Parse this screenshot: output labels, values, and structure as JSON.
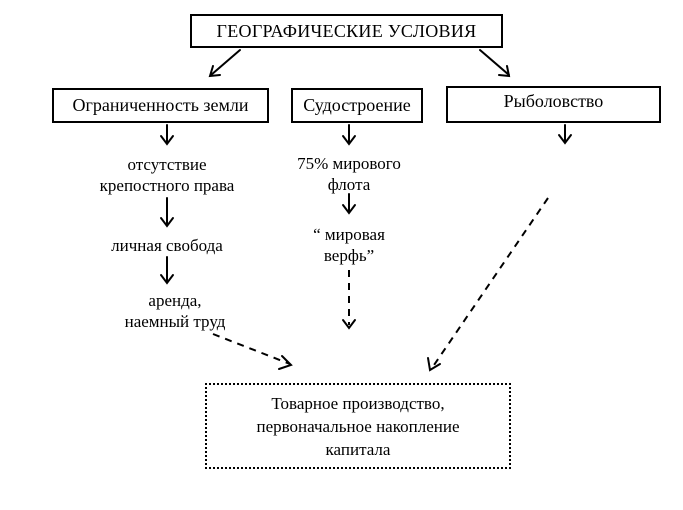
{
  "title": "ГЕОГРАФИЧЕСКИЕ УСЛОВИЯ",
  "factors": {
    "land": "Ограниченность земли",
    "shipbuilding": "Судостроение",
    "fishing": "Рыболовство"
  },
  "land_chain": {
    "no_serfdom_line1": "отсутствие",
    "no_serfdom_line2": "крепостного права",
    "personal_freedom": "личная свобода",
    "lease_line1": "аренда,",
    "lease_line2": "наемный труд"
  },
  "ship_chain": {
    "fleet_line1": "75% мирового",
    "fleet_line2": "флота",
    "shipyard_line1": "“ мировая",
    "shipyard_line2": "верфь”"
  },
  "result": {
    "line1": "Товарное производство,",
    "line2": "первоначальное накопление",
    "line3": "капитала"
  }
}
